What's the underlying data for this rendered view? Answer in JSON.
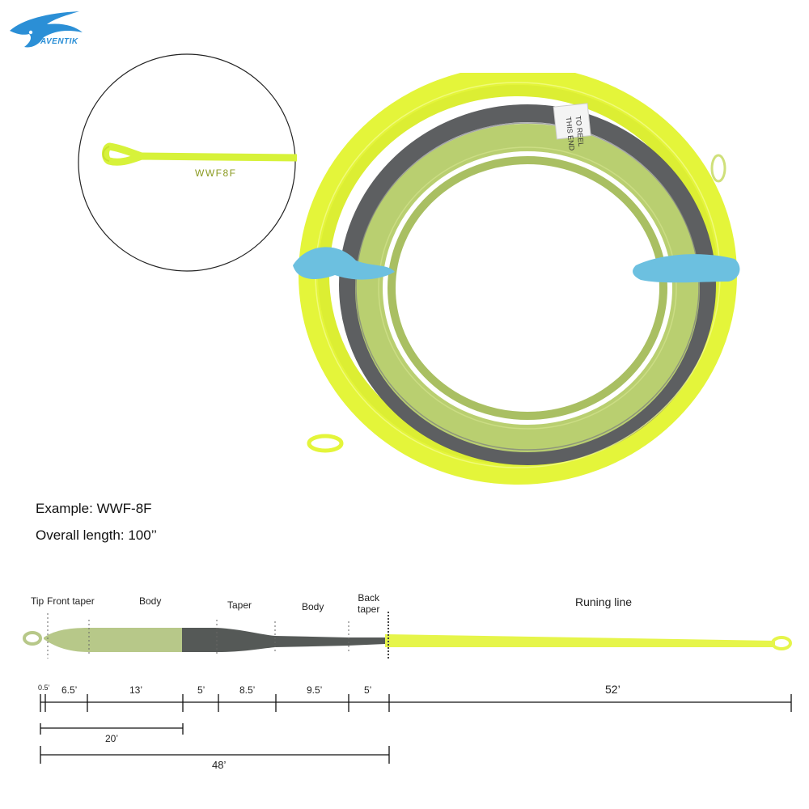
{
  "brand": {
    "name": "AVENTIK",
    "color": "#2b8fd6"
  },
  "zoom_inset": {
    "line_marking": "WWF8F",
    "line_color": "#d7f23a"
  },
  "coil": {
    "tag_line1": "THIS END",
    "tag_line2": "TO REEL",
    "colors": {
      "yellow": "#e4f53a",
      "olive": "#b9cf70",
      "gray": "#5d5f61",
      "tie": "#6cc0e0"
    }
  },
  "captions": {
    "example": "Example: WWF-8F",
    "overall_length": "Overall length: 100’’"
  },
  "segments": {
    "tip": "Tip",
    "front_taper": "Front taper",
    "body1": "Body",
    "taper": "Taper",
    "body2": "Body",
    "back_taper_line1": "Back",
    "back_taper_line2": "taper",
    "running_line": "Runing line"
  },
  "dimensions": {
    "tip": "0.5’",
    "front_taper": "6.5’",
    "body1": "13’",
    "taper1": "5’",
    "taper2": "8.5’",
    "body2": "9.5’",
    "back_taper": "5’",
    "running_line": "52’",
    "head_front": "20’",
    "head_total": "48’"
  },
  "line_colors": {
    "olive": "#b7c889",
    "dark": "#555957",
    "yellow": "#e6f54a"
  }
}
